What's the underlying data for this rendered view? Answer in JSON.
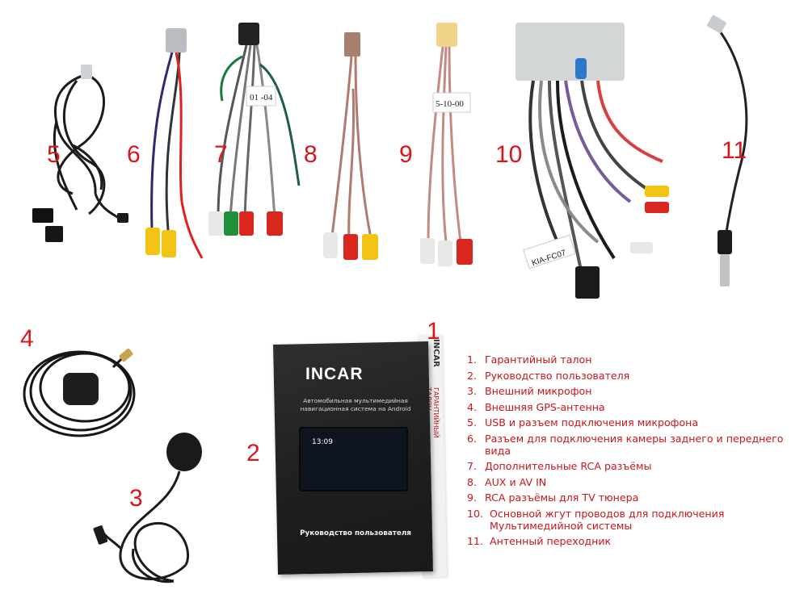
{
  "numbers": [
    "1",
    "2",
    "3",
    "4",
    "5",
    "6",
    "7",
    "8",
    "9",
    "10",
    "11"
  ],
  "legend": [
    {
      "index": "1.",
      "text": "Гарантийный талон"
    },
    {
      "index": "2.",
      "text": "Руководство пользователя"
    },
    {
      "index": "3.",
      "text": "Внешний микрофон"
    },
    {
      "index": "4.",
      "text": "Внешняя GPS-антенна"
    },
    {
      "index": "5.",
      "text": "USB и разъем подключения микрофона"
    },
    {
      "index": "6.",
      "text": "Разъем для подключения камеры заднего и переднего вида"
    },
    {
      "index": "7.",
      "text": "Дополнительные RCA разъёмы"
    },
    {
      "index": "8.",
      "text": "AUX и AV IN"
    },
    {
      "index": "9.",
      "text": "RCA разъёмы для TV тюнера"
    },
    {
      "index": "10.",
      "text": "Основной жгут проводов для подключения Мультимедийной системы"
    },
    {
      "index": "11.",
      "text": "Антенный переходник"
    }
  ],
  "booklet": {
    "brand": "INCAR",
    "subtitle": "Автомобильная мультимедийная навигационная система на Android",
    "screen_time": "13:09",
    "footer": "Руководство пользователя"
  },
  "warranty": {
    "brand": "INCAR",
    "title": "ГАРАНТИЙНЫЙ ТАЛОН"
  },
  "tags": {
    "c7": "01 -04",
    "c9": "5-10-00",
    "c10": "KIA-FC07"
  },
  "colors": {
    "label_red": "#d8161b",
    "rca_red": "#d9261f",
    "rca_yellow": "#f2c414",
    "rca_white": "#e8e8e8",
    "rca_green": "#1f8f3a",
    "connector_gray": "#b9bcc0",
    "cable_black": "#1b1b1b"
  }
}
